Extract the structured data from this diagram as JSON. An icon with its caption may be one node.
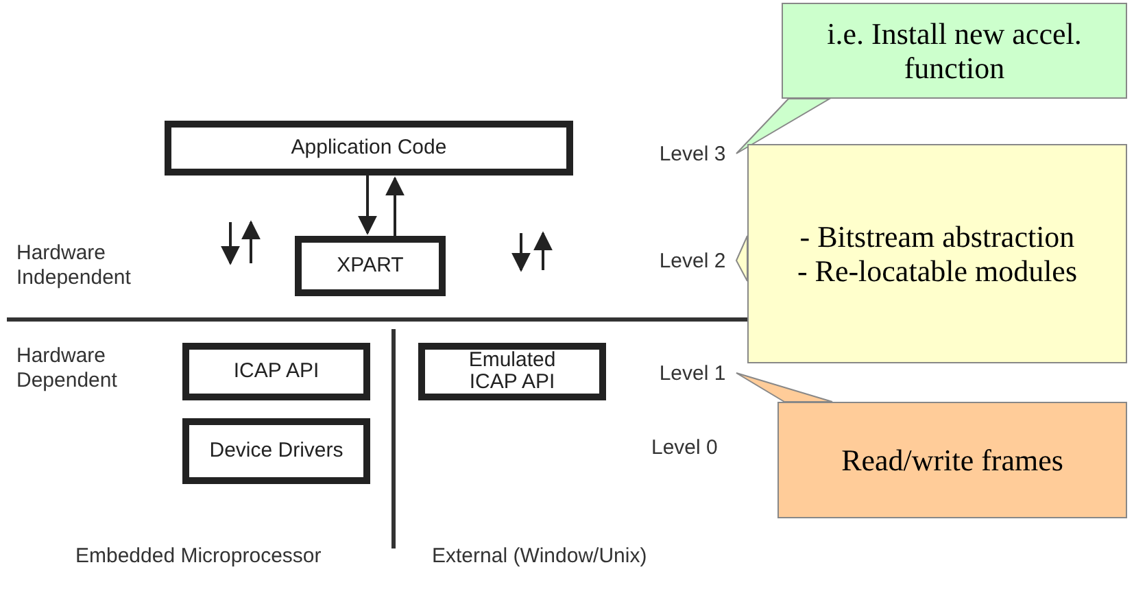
{
  "diagram": {
    "nodes": [
      {
        "text": [
          "Application Code"
        ]
      },
      {
        "text": [
          "XPART"
        ]
      },
      {
        "text": [
          "ICAP API"
        ]
      },
      {
        "text": [
          "Emulated ICAP API"
        ]
      },
      {
        "text": [
          "Device Drivers"
        ]
      },
      {
        "text": [
          "i.e. Install new accel. function"
        ]
      },
      {
        "text": [
          "- Bitstream abstraction",
          "- Re-locatable modules"
        ]
      },
      {
        "text": [
          "Read/write frames"
        ]
      },
      {
        "text": [
          "Level 3"
        ]
      },
      {
        "text": [
          "Level 2"
        ]
      },
      {
        "text": [
          "Level 1"
        ]
      }
    ],
    "edges": [
      {
        "from": 0,
        "to": 1,
        "arrow": "to"
      },
      {
        "from": 1,
        "to": 0,
        "arrow": "to"
      },
      {
        "from": 5,
        "to": 8,
        "arrow": "none"
      },
      {
        "from": 6,
        "to": 9,
        "arrow": "none"
      },
      {
        "from": 7,
        "to": 10,
        "arrow": "none"
      }
    ],
    "labels": [
      "Hardware Independent",
      "Hardware Dependent",
      "Level 0",
      "Embedded Microprocessor",
      "External (Window/Unix)"
    ]
  }
}
